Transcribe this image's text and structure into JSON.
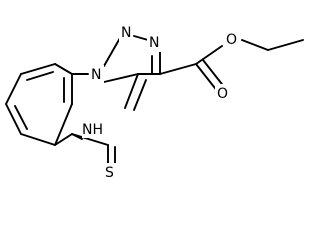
{
  "molecule": {
    "atoms": {
      "n1": "N",
      "n2": "N",
      "n4": "N",
      "nh": "NH",
      "o_ester": "O",
      "o_carbonyl": "O",
      "s": "S"
    }
  }
}
